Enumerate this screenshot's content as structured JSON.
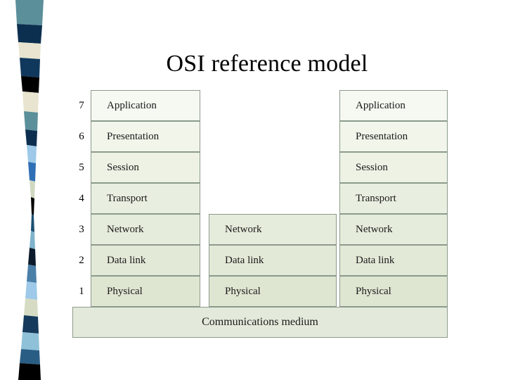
{
  "title": "OSI reference model",
  "diagram": {
    "type": "osi-layer-stack",
    "columns": [
      "host-left",
      "router-middle",
      "host-right"
    ],
    "layers": [
      {
        "number": "7",
        "host_left": "Application",
        "router": "",
        "host_right": "Application"
      },
      {
        "number": "6",
        "host_left": "Presentation",
        "router": "",
        "host_right": "Presentation"
      },
      {
        "number": "5",
        "host_left": "Session",
        "router": "",
        "host_right": "Session"
      },
      {
        "number": "4",
        "host_left": "Transport",
        "router": "",
        "host_right": "Transport"
      },
      {
        "number": "3",
        "host_left": "Network",
        "router": "Network",
        "host_right": "Network"
      },
      {
        "number": "2",
        "host_left": "Data link",
        "router": "Data link",
        "host_right": "Data link"
      },
      {
        "number": "1",
        "host_left": "Physical",
        "router": "Physical",
        "host_right": "Physical"
      }
    ],
    "medium_label": "Communications medium"
  },
  "colors": {
    "box_border": "#8c9a8c",
    "box_fill": "#eef3e6",
    "medium_fill": "#e3eadb",
    "text": "#1a1a1a",
    "title": "#000000"
  },
  "ribbon": {
    "name": "decorative-color-ribbon",
    "palette": [
      "#5b8f9a",
      "#0d2f4f",
      "#e8e4cf",
      "#000000",
      "#9ec9e8",
      "#2f6fb5",
      "#cfd8c0",
      "#1b4f72",
      "#7fb3cc",
      "#0b1b2b",
      "#4a7fa8",
      "#d6dcc4",
      "#163a5c",
      "#8fc1d9",
      "#2a5d84"
    ]
  }
}
